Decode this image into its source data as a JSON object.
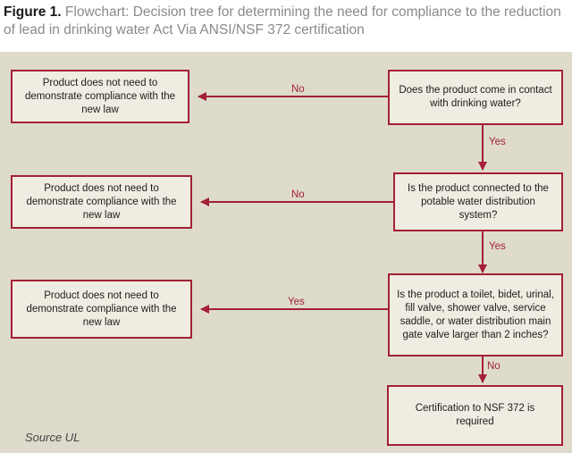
{
  "caption": {
    "figure_label": "Figure 1.",
    "text": "Flowchart: Decision tree for determining the need for compliance to the reduction of lead in drinking water Act Via ANSI/NSF 372 certification"
  },
  "questions": [
    "Does the product come in contact with drinking water?",
    "Is the product connected to the potable water distribution system?",
    "Is the product a toilet, bidet, urinal, fill valve, shower valve, service saddle, or water distribution main gate valve larger than 2 inches?"
  ],
  "outcomes": [
    "Product does not need to demonstrate compliance with the new law",
    "Product does not need to demonstrate compliance with the new law",
    "Product does not need to demonstrate compliance with the new law",
    "Certification to NSF 372 is required"
  ],
  "labels": {
    "q1_left": "No",
    "q1_down": "Yes",
    "q2_left": "No",
    "q2_down": "Yes",
    "q3_left": "Yes",
    "q3_down": "No"
  },
  "source": "Source UL",
  "colors": {
    "accent": "#a32035",
    "panel": "#dedbcd",
    "box_fill": "#efede1"
  }
}
